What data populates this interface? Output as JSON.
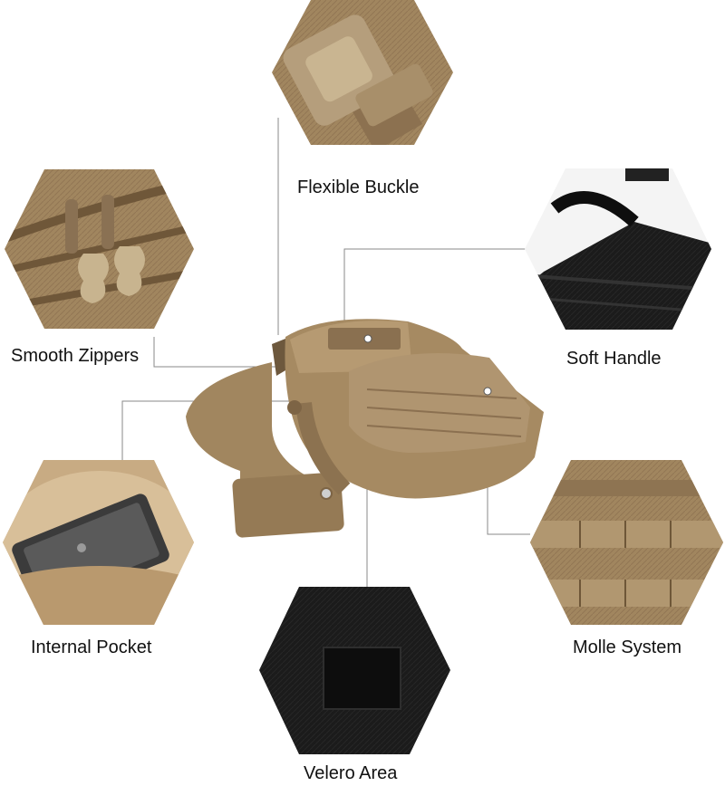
{
  "features": [
    {
      "id": "flexible-buckle",
      "label": "Flexible Buckle",
      "image": "buckle"
    },
    {
      "id": "smooth-zippers",
      "label": "Smooth Zippers",
      "image": "zippers"
    },
    {
      "id": "soft-handle",
      "label": "Soft Handle",
      "image": "handle"
    },
    {
      "id": "internal-pocket",
      "label": "Internal Pocket",
      "image": "pocket"
    },
    {
      "id": "molle-system",
      "label": "Molle System",
      "image": "molle"
    },
    {
      "id": "velero-area",
      "label": "Velero Area",
      "image": "velcro"
    }
  ],
  "colors": {
    "coyote": "#a1865f",
    "coyote_dark": "#7a6241",
    "coyote_light": "#c2a77e",
    "black": "#151515",
    "leader_line": "#8a8a8a"
  }
}
